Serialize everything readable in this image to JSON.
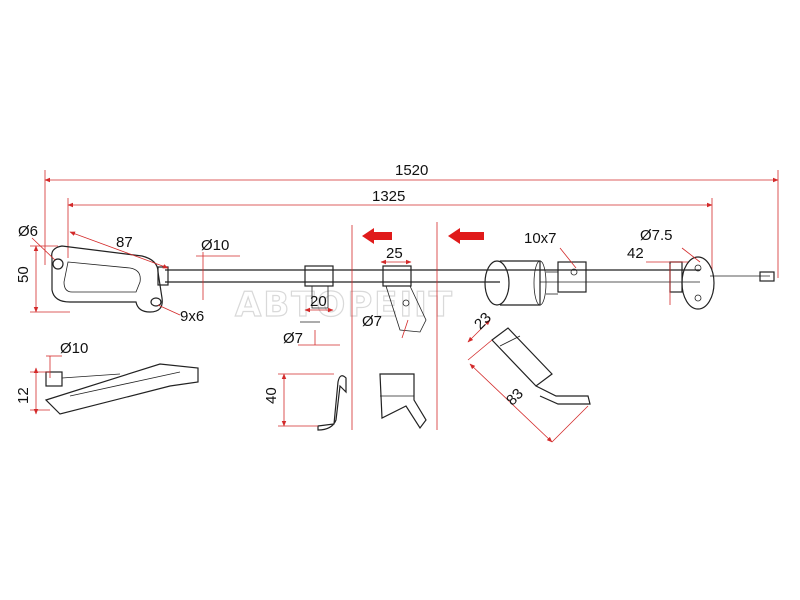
{
  "watermark": "ABTOPEIIT",
  "colors": {
    "dimension": "#d32a2a",
    "part": "#222222",
    "arrow": "#e01a1a"
  },
  "dimensions": {
    "total_length": "1520",
    "cable_length": "1325",
    "end_hole_dia": "Ø6",
    "bracket_length": "87",
    "bracket_height": "50",
    "sleeve_dia": "Ø10",
    "slot_size": "9x6",
    "clip1_width": "20",
    "clip1_hole": "Ø7",
    "clip2_width": "25",
    "clip2_hole": "Ø7",
    "grommet_size": "10x7",
    "end_fitting_dia": "Ø7.5",
    "end_fitting_len": "42",
    "detail_dia": "Ø10",
    "detail_height": "12",
    "clip_height": "40",
    "bracket_w": "23",
    "bracket_l": "83"
  }
}
